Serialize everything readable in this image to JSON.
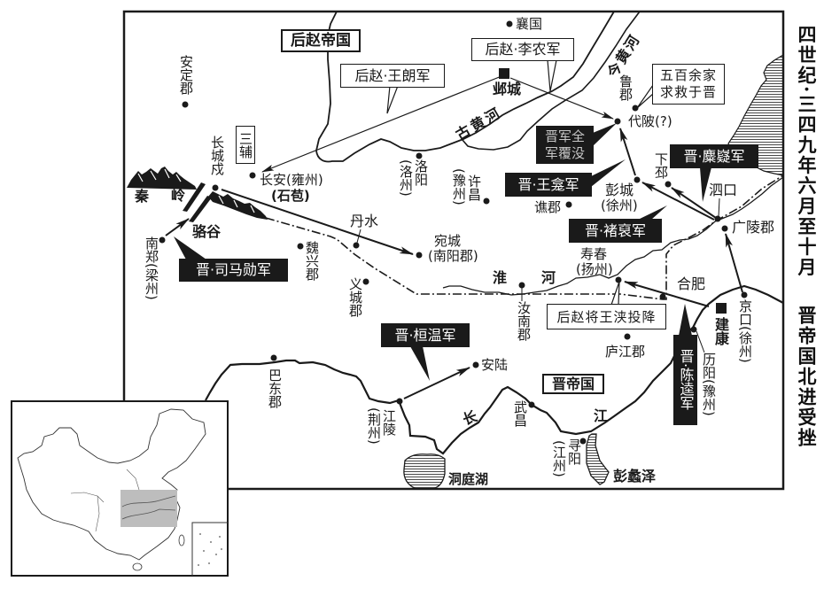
{
  "title": {
    "period": "四世纪·三四九年六月至十月",
    "headline": "晋帝国北进受挫"
  },
  "states": {
    "later_zhao": "后赵帝国",
    "jin": "晋帝国"
  },
  "regions": {
    "sanfu": "三辅"
  },
  "armies": {
    "zhao_wang_lang": "后赵·王朗军",
    "zhao_li_nong": "后赵·李农军",
    "jin_sima_xun": "晋·司马勋军",
    "jin_huan_wen": "晋·桓温军",
    "jin_wang_kan": "晋·王龛军",
    "jin_mi_yi": "晋·麋嶷军",
    "jin_chu_pou": "晋·褚裒军",
    "jin_chen_kui": "晋·陈逵军"
  },
  "events": {
    "plea_for_rescue": [
      "五百余家",
      "求救于晋"
    ],
    "jin_army_annihilated": [
      "晋军全",
      "军覆没"
    ],
    "wang_jia_surrenders": "后赵将王浃投降"
  },
  "places": {
    "xiangguo": {
      "name": "襄国",
      "marker": "dot"
    },
    "yecheng": {
      "name": "邺城",
      "marker": "square"
    },
    "anding": {
      "name": "安定郡",
      "marker": "dot"
    },
    "changchengshu": {
      "name": "长城戍",
      "marker": "dot"
    },
    "changan": {
      "name": "长安",
      "note": "(雍州)",
      "commander": "(石苞)",
      "marker": "dot"
    },
    "nanzheng": {
      "name": "南郑",
      "note": "(梁州)",
      "marker": "dot"
    },
    "weixing": {
      "name": "魏兴郡",
      "marker": "dot"
    },
    "danshui": {
      "name": "丹水",
      "marker": "dot"
    },
    "wancheng": {
      "name": "宛城",
      "note": "(南阳郡)",
      "marker": "dot"
    },
    "yicheng": {
      "name": "义城郡",
      "marker": "dot"
    },
    "luoyang": {
      "name": "洛阳",
      "note": "(洛州)",
      "marker": "dot"
    },
    "xuchang": {
      "name": "许昌",
      "note": "(豫州)",
      "marker": "dot"
    },
    "qiaojun": {
      "name": "谯郡",
      "marker": "dot"
    },
    "runan": {
      "name": "汝南郡",
      "marker": "dot"
    },
    "shouchun": {
      "name": "寿春",
      "note": "(扬州)",
      "marker": "dot"
    },
    "hefei": {
      "name": "合肥",
      "marker": "dot"
    },
    "lujun": {
      "name": "鲁郡",
      "marker": "dot"
    },
    "daibei": {
      "name": "代陂",
      "note": "(?)",
      "marker": "dot"
    },
    "pengcheng": {
      "name": "彭城",
      "note": "(徐州)",
      "marker": "dot"
    },
    "xiapi": {
      "name": "下邳",
      "marker": "dot"
    },
    "sikou": {
      "name": "泗口",
      "marker": "dot"
    },
    "guangling": {
      "name": "广陵郡",
      "marker": "dot"
    },
    "jiankang": {
      "name": "建康",
      "marker": "square"
    },
    "jingkou": {
      "name": "京口",
      "note": "(徐州)",
      "marker": "dot"
    },
    "liyang": {
      "name": "历阳",
      "note": "(豫州)",
      "marker": "dot"
    },
    "lujiang": {
      "name": "庐江郡",
      "marker": "dot"
    },
    "anlu": {
      "name": "安陆",
      "marker": "dot"
    },
    "badong": {
      "name": "巴东郡",
      "marker": "dot"
    },
    "jiangling": {
      "name": "江陵",
      "note": "(荆州)",
      "marker": "dot"
    },
    "wuchang": {
      "name": "武昌",
      "marker": "dot"
    },
    "xunyang": {
      "name": "寻阳",
      "note": "(江州)",
      "marker": "dot"
    }
  },
  "geography": {
    "qinling": [
      "秦",
      "岭"
    ],
    "luogu": "骆谷",
    "huai_river": [
      "淮",
      "河"
    ],
    "yangtze": [
      "长",
      "江"
    ],
    "ancient_yellow_river": "古黄河",
    "modern_yellow_river": "今黄河",
    "dongting_lake": "洞庭湖",
    "pengli_marsh": "彭蠡泽"
  },
  "colors": {
    "ink": "#1a1a1a",
    "paper": "#ffffff",
    "annihilated_text": "#c8c8c8",
    "inset_highlight": "#bdbdbd"
  }
}
